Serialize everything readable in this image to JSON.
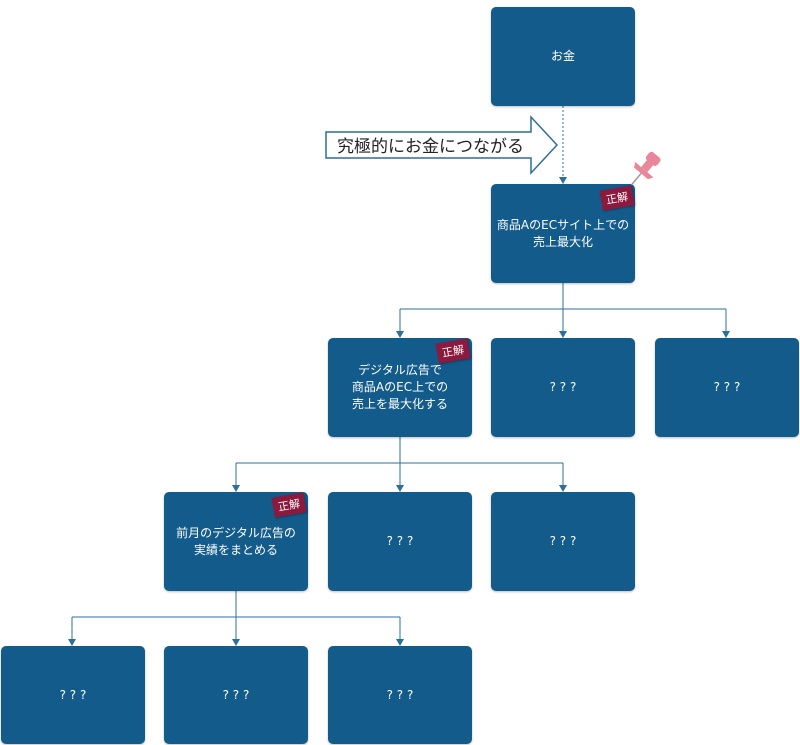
{
  "colors": {
    "box": "#135b8a",
    "connector": "#2c6f9c",
    "badge": "#8b1a3e",
    "pin": "#e8879a"
  },
  "top": {
    "label": "お金"
  },
  "arrow": {
    "label": "究極的にお金につながる"
  },
  "level1": {
    "label": "商品AのECサイト上での\n売上最大化",
    "badge": "正解"
  },
  "level2": [
    {
      "label": "デジタル広告で\n商品AのEC上での\n売上を最大化する",
      "badge": "正解"
    },
    {
      "label": "? ? ?"
    },
    {
      "label": "? ? ?"
    }
  ],
  "level3": [
    {
      "label": "前月のデジタル広告の\n実績をまとめる",
      "badge": "正解"
    },
    {
      "label": "? ? ?"
    },
    {
      "label": "? ? ?"
    }
  ],
  "level4": [
    {
      "label": "? ? ?"
    },
    {
      "label": "? ? ?"
    },
    {
      "label": "? ? ?"
    }
  ]
}
